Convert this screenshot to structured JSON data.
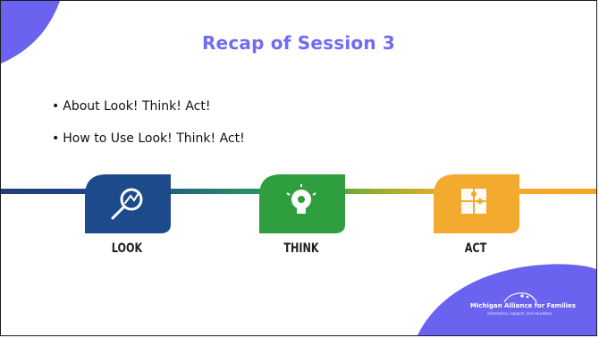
{
  "slide": {
    "title": "Recap of Session 3",
    "bullets": [
      "About Look! Think! Act!",
      "How to Use Look! Think! Act!"
    ]
  },
  "steps": [
    {
      "label": "LOOK",
      "color": "#1d4a8a",
      "icon": "magnifier-chart-icon"
    },
    {
      "label": "THINK",
      "color": "#2e9e3f",
      "icon": "lightbulb-gear-icon"
    },
    {
      "label": "ACT",
      "color": "#f2ab2e",
      "icon": "puzzle-icon"
    }
  ],
  "logo": {
    "name": "Michigan Alliance for Families",
    "tagline": "information, support, and education"
  },
  "colors": {
    "title": "#6f6cf2",
    "accent_shape": "#6a63f0"
  }
}
